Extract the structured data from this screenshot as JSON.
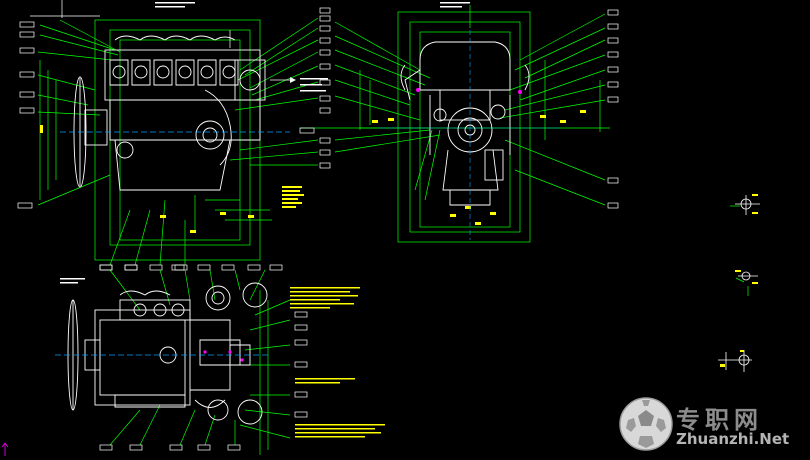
{
  "drawing": {
    "background": "#000000",
    "colors": {
      "geometry": "#ffffff",
      "leader": "#00ff00",
      "note": "#ffff00",
      "axis": "#00a0ff",
      "accent": "#ff00ff",
      "label_box": "#ffffff"
    },
    "views": [
      "side-elevation-view",
      "front-elevation-view",
      "top-plan-view",
      "detail-views"
    ]
  },
  "watermark": {
    "cn": "专职网",
    "en": "Zhuanzhi.Net",
    "icon": "soccer-ball-logo-icon"
  }
}
